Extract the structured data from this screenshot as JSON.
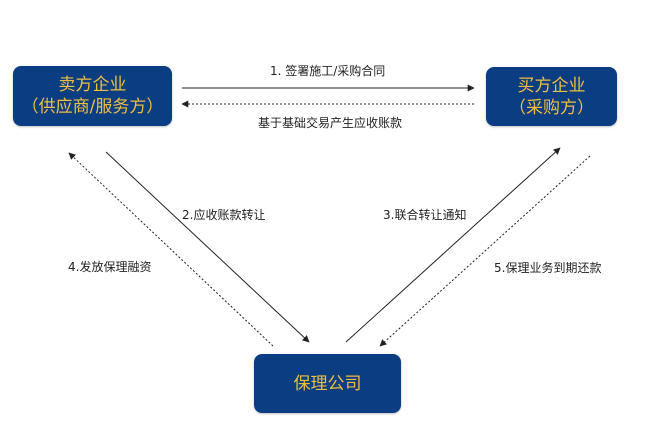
{
  "nodes": {
    "seller": {
      "line1": "卖方企业",
      "line2": "（供应商/服务方）"
    },
    "buyer": {
      "line1": "买方企业",
      "line2": "（采购方）"
    },
    "factor": {
      "line1": "保理公司"
    }
  },
  "edges": {
    "e1": "1. 签署施工/采购合同",
    "e_base": "基于基础交易产生应收账款",
    "e2": "2.应收账款转让",
    "e3": "3.联合转让通知",
    "e4": "4.发放保理融资",
    "e5": "5.保理业务到期还款"
  },
  "colors": {
    "node_fill": "#0b3d82",
    "node_text": "#f0bf3c",
    "line": "#222222"
  }
}
